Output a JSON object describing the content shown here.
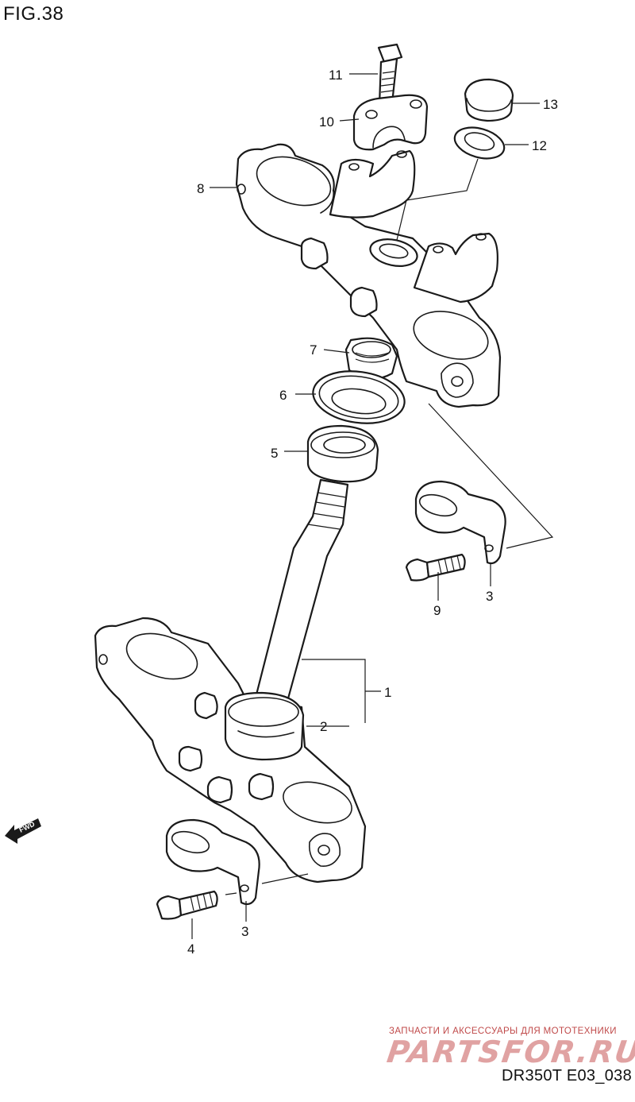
{
  "figure": {
    "title": "FIG.38"
  },
  "footer": {
    "code": "DR350T E03_038"
  },
  "watermark": {
    "tagline": "ЗАПЧАСТИ И АКСЕССУАРЫ ДЛЯ МОТОТЕХНИКИ",
    "logo": "PARTSFOR.RU"
  },
  "fwd": {
    "label": "FWD"
  },
  "callouts": {
    "c1": "1",
    "c2": "2",
    "c3a": "3",
    "c3b": "3",
    "c4": "4",
    "c5": "5",
    "c6": "6",
    "c7": "7",
    "c8": "8",
    "c9": "9",
    "c10": "10",
    "c11": "11",
    "c12": "12",
    "c13": "13"
  }
}
